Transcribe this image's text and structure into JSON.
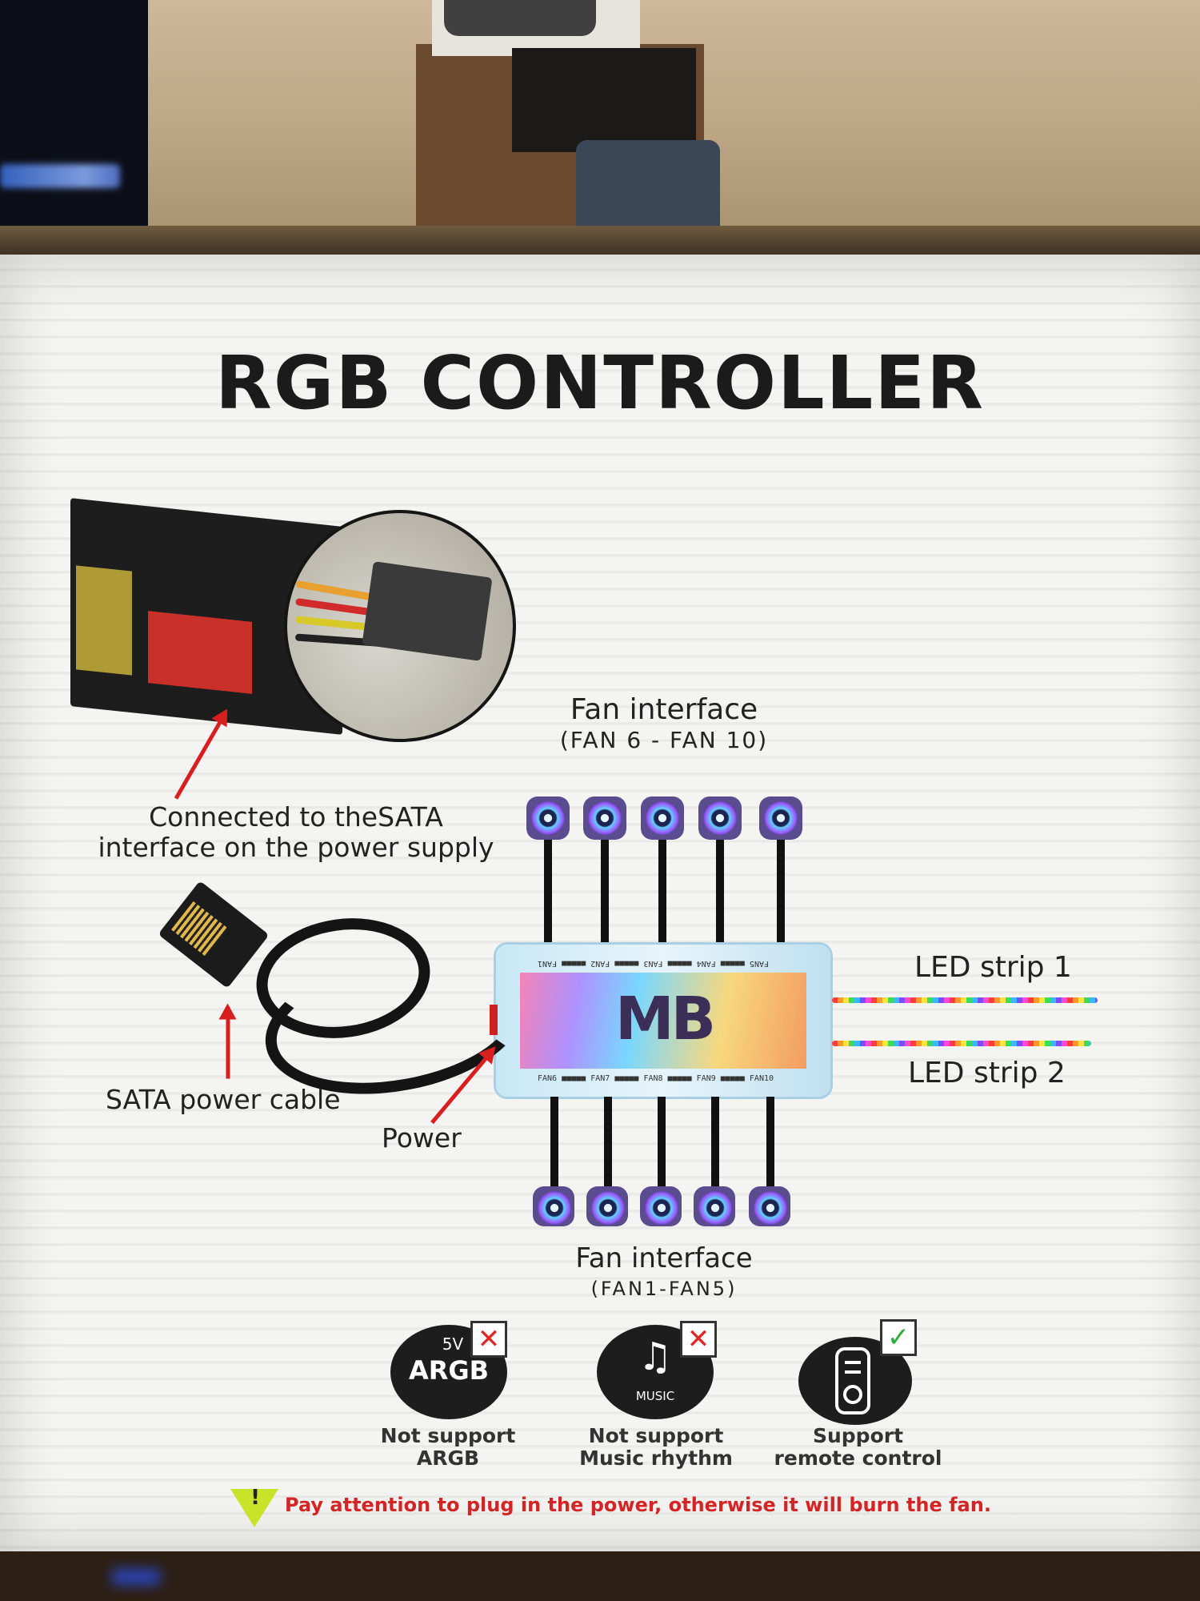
{
  "title": "RGB CONTROLLER",
  "top_fans": {
    "label": "Fan interface",
    "sub": "(FAN 6 - FAN 10)"
  },
  "bottom_fans": {
    "label": "Fan interface",
    "sub": "(FAN1-FAN5)"
  },
  "sata_note": {
    "line1": "Connected to theSATA",
    "line2": "interface on the power supply"
  },
  "sata_cable": "SATA power cable",
  "power": "Power",
  "led_strip_1": "LED strip 1",
  "led_strip_2": "LED strip 2",
  "hub": {
    "logo": "MB",
    "top_row": "FAN5 ■■■■■ FAN4 ■■■■■ FAN3 ■■■■■ FAN2 ■■■■■ FAN1",
    "bottom_row": "FAN6 ■■■■■ FAN7 ■■■■■ FAN8 ■■■■■ FAN9 ■■■■■ FAN10"
  },
  "features": [
    {
      "badge_top": "5V",
      "badge_main": "ARGB",
      "label1": "Not support",
      "label2": "ARGB",
      "status": "x"
    },
    {
      "badge_top": "♫",
      "badge_main": "MUSIC",
      "label1": "Not support",
      "label2": "Music rhythm",
      "status": "x"
    },
    {
      "badge_top": "",
      "badge_main": "",
      "label1": "Support",
      "label2": "remote control",
      "status": "check"
    }
  ],
  "marks": {
    "x": "✕",
    "check": "✓"
  },
  "warning": {
    "icon": "!",
    "text": "Pay attention to plug in the power, otherwise it will burn the fan."
  },
  "colors": {
    "warning_text": "#d42424",
    "arrow": "#d81f1f",
    "warning_triangle": "#c9e22a",
    "check": "#2fae3a"
  }
}
